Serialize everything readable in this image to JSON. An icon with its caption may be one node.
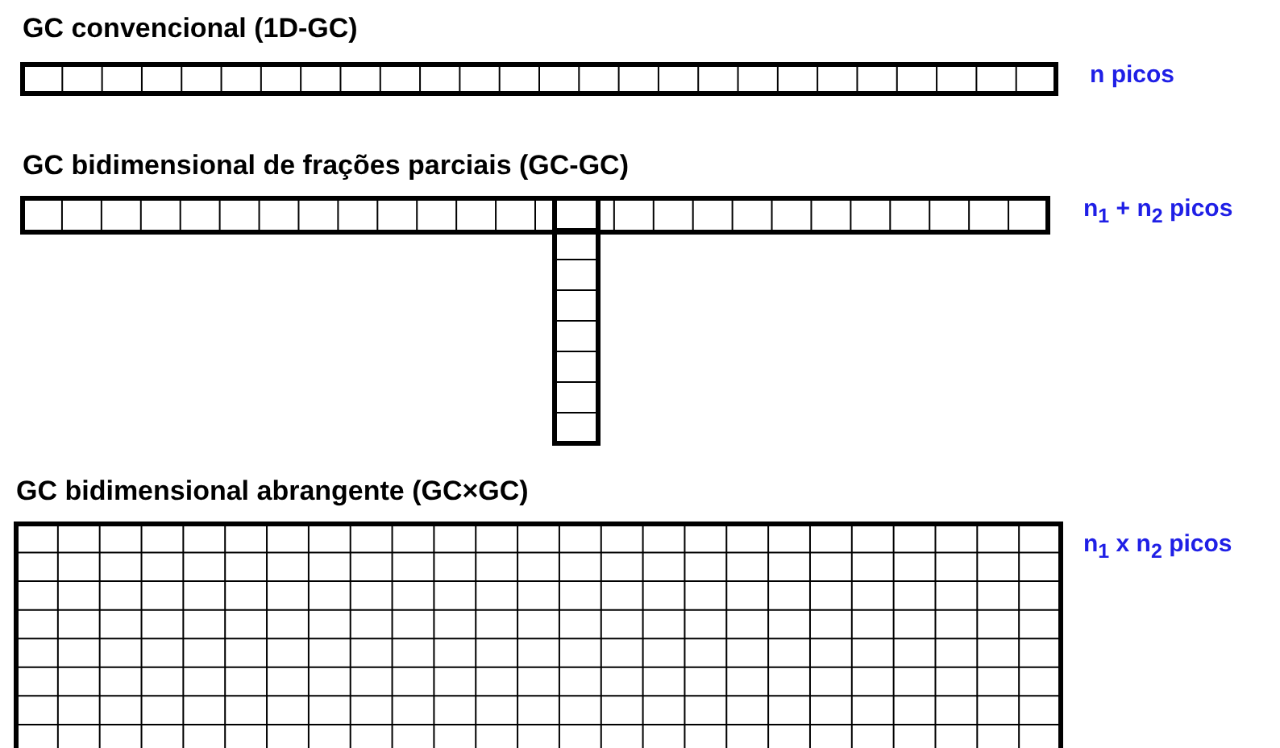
{
  "diagram": {
    "nodes": [
      {
        "text": [
          "GC convencional (1D-GC)"
        ],
        "beside": [
          "n picos"
        ]
      },
      {
        "text": [
          "GC bidimensional de frações parciais (GC-GC)"
        ],
        "beside": [
          "n$_{1}$ + n$_{2}$ picos"
        ]
      },
      {
        "text": [
          "GC bidimensional abrangente (GC×GC)"
        ],
        "beside": [
          "n$_{1}$ x n$_{2}$ picos"
        ]
      }
    ],
    "edges": []
  }
}
